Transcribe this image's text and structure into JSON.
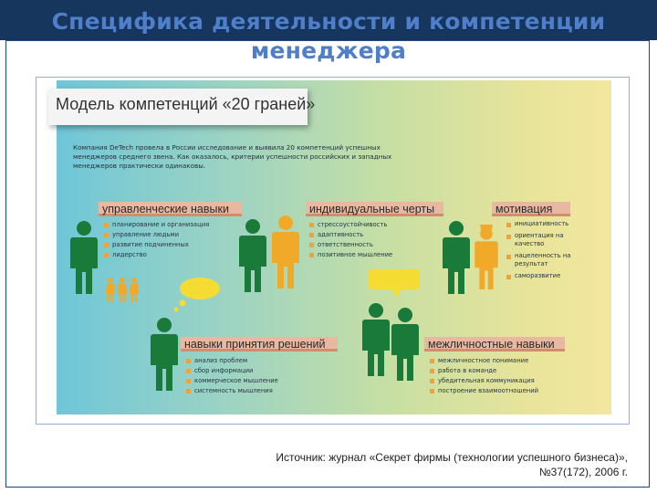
{
  "slide": {
    "title_line1": "Специфика деятельности и компетенции",
    "title_line2": "менеджера"
  },
  "figure": {
    "header": "Модель компетенций «20 граней»",
    "intro": "Компания DeTech провела в России исследование и выявила 20 компетенций успешных менеджеров среднего звена. Как оказалось, критерии успешности российских и западных менеджеров практически одинаковы.",
    "categories": [
      {
        "title": "управленческие навыки",
        "items": [
          "планирование и организация",
          "управление людьми",
          "развитие подчиненных",
          "лидерство"
        ]
      },
      {
        "title": "индивидуальные черты",
        "items": [
          "стрессоустойчивость",
          "адаптивность",
          "ответственность",
          "позитивное мышление"
        ]
      },
      {
        "title": "мотивация",
        "items": [
          "инициативность",
          "ориентация на качество",
          "нацеленность на результат",
          "саморазвитие"
        ]
      },
      {
        "title": "навыки принятия решений",
        "items": [
          "анализ проблем",
          "сбор информации",
          "коммерческое мышление",
          "системность мышления"
        ]
      },
      {
        "title": "межличностные навыки",
        "items": [
          "межличностное понимание",
          "работа в команде",
          "убедительная коммуникация",
          "построение взаимоотношений"
        ]
      }
    ],
    "colors": {
      "figure_green": "#1a7a3a",
      "figure_orange": "#f1a92a",
      "bubble": "#f5dc33",
      "category_bg": "#e9b8a0",
      "bullet": "#f0a13b"
    }
  },
  "source": {
    "line1": "Источник: журнал «Секрет фирмы (технологии успешного бизнеса)»,",
    "line2": "№37(172), 2006 г."
  }
}
